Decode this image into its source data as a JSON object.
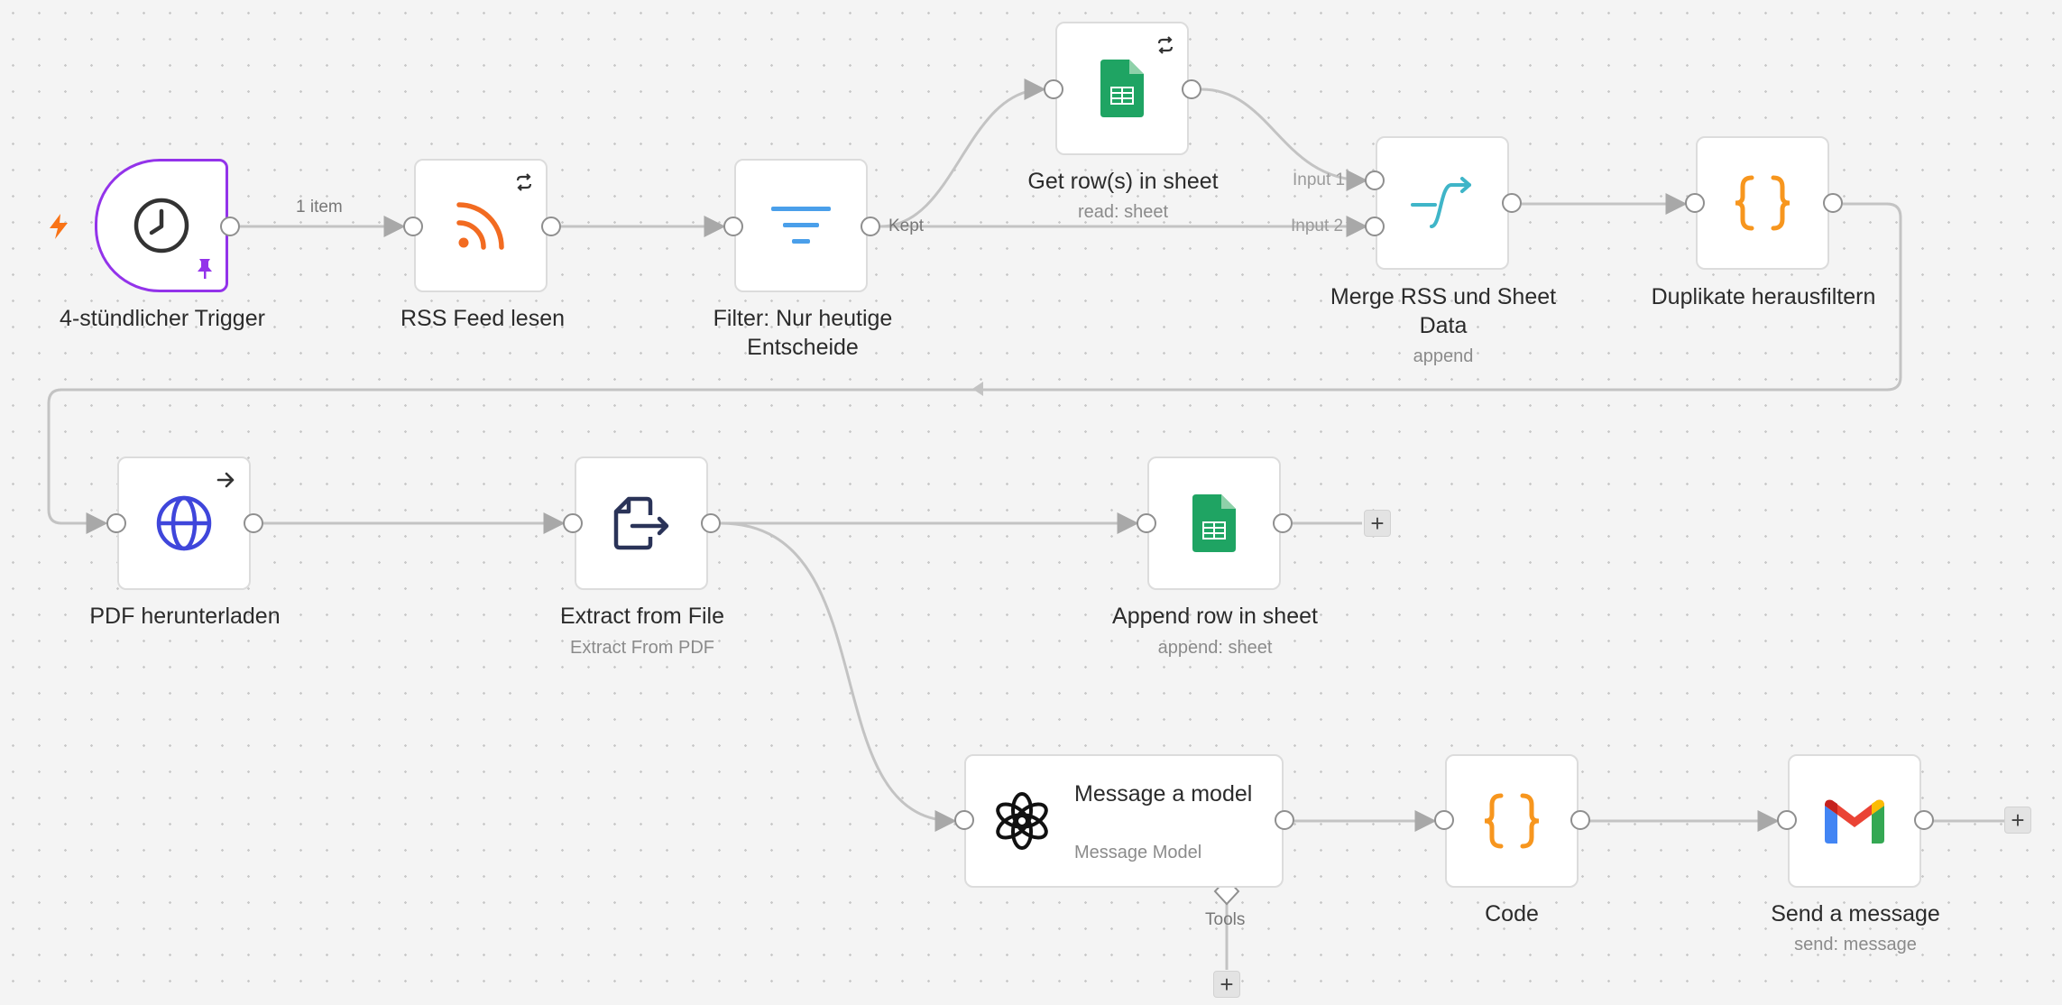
{
  "edges": {
    "items_label": "1 item",
    "kept_label": "Kept",
    "input1_label": "Input 1",
    "input2_label": "Input 2",
    "tools_label": "Tools"
  },
  "nodes": {
    "trigger": {
      "title": "4-stündlicher Trigger"
    },
    "rss": {
      "title": "RSS Feed lesen"
    },
    "filter": {
      "title": "Filter: Nur heutige Entscheide"
    },
    "get_rows": {
      "title": "Get row(s) in sheet",
      "subtitle": "read: sheet"
    },
    "merge": {
      "title": "Merge RSS und Sheet Data",
      "subtitle": "append"
    },
    "dedupe": {
      "title": "Duplikate herausfiltern"
    },
    "pdf": {
      "title": "PDF herunterladen"
    },
    "extract": {
      "title": "Extract from File",
      "subtitle": "Extract From PDF"
    },
    "append": {
      "title": "Append row in sheet",
      "subtitle": "append: sheet"
    },
    "model": {
      "title": "Message a model",
      "subtitle": "Message Model"
    },
    "code": {
      "title": "Code"
    },
    "gmail": {
      "title": "Send a message",
      "subtitle": "send: message"
    }
  },
  "controls": {
    "add_symbol": "+"
  },
  "colors": {
    "trigger_border": "#9333ea",
    "trigger_bolt": "#f97316",
    "rss": "#f26b21",
    "filter": "#4a9fea",
    "sheets": "#1fa463",
    "merge": "#3fb5c8",
    "code": "#f7961e",
    "http": "#3f46db",
    "extract": "#2a3358"
  },
  "icons": {
    "trigger": "clock-icon",
    "rss": "rss-icon",
    "filter": "filter-icon",
    "sheets": "google-sheets-icon",
    "merge": "merge-icon",
    "code": "braces-icon",
    "http": "globe-icon",
    "extract": "file-export-icon",
    "openai": "openai-icon",
    "gmail": "gmail-icon"
  }
}
